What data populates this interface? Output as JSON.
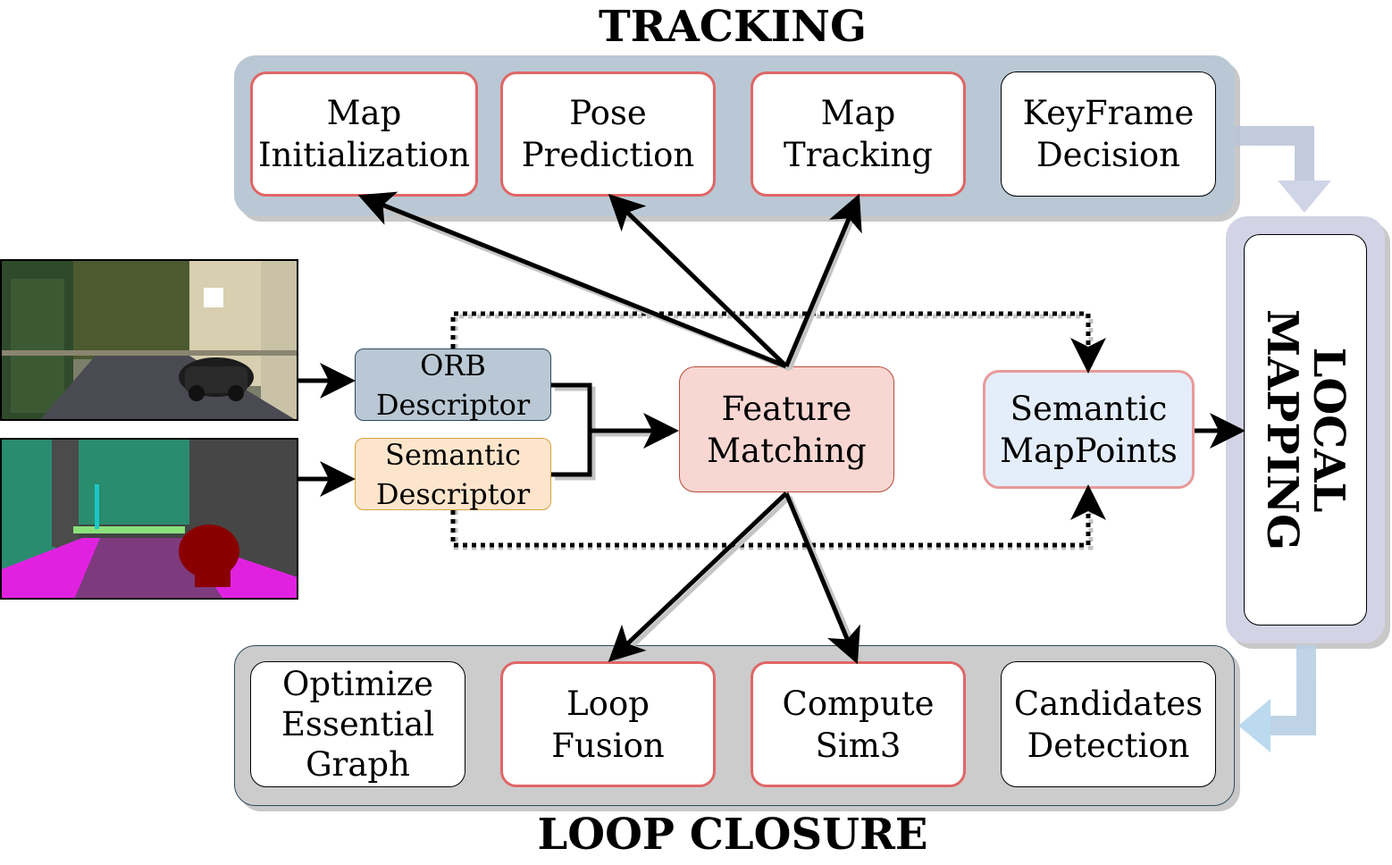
{
  "titles": {
    "tracking": "TRACKING",
    "loop_closure": "LOOP CLOSURE",
    "local_mapping_line1": "LOCAL",
    "local_mapping_line2": "MAPPING"
  },
  "tracking_boxes": [
    {
      "line1": "Map",
      "line2": "Initialization"
    },
    {
      "line1": "Pose",
      "line2": "Prediction"
    },
    {
      "line1": "Map",
      "line2": "Tracking"
    },
    {
      "line1": "KeyFrame",
      "line2": "Decision"
    }
  ],
  "loop_boxes": [
    {
      "line1": "Optimize",
      "line2": "Essential",
      "line3": "Graph"
    },
    {
      "line1": "Loop",
      "line2": "Fusion"
    },
    {
      "line1": "Compute",
      "line2": "Sim3"
    },
    {
      "line1": "Candidates",
      "line2": "Detection"
    }
  ],
  "descriptors": {
    "orb": {
      "line1": "ORB",
      "line2": "Descriptor"
    },
    "semantic": {
      "line1": "Semantic",
      "line2": "Descriptor"
    }
  },
  "feature_matching": {
    "line1": "Feature",
    "line2": "Matching"
  },
  "semantic_mappoints": {
    "line1": "Semantic",
    "line2": "MapPoints"
  },
  "colors": {
    "tracking_bg": "#b9c8d4",
    "loop_bg": "#cccccc",
    "local_bg": "#d3d3e6",
    "highlight_border": "#e06666",
    "feature_fill": "#f8d7d2",
    "mappoints_fill": "#e4eefa",
    "orb_fill": "#b9c8d4",
    "semantic_fill": "#fde5cc"
  }
}
